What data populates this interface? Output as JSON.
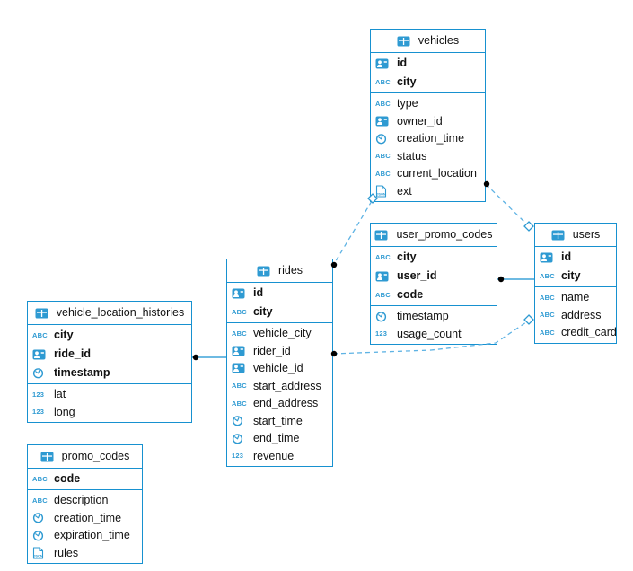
{
  "tables": [
    {
      "name": "vehicles",
      "key_fields": [
        {
          "name": "id",
          "icon": "id-badge"
        },
        {
          "name": "city",
          "icon": "text"
        }
      ],
      "fields": [
        {
          "name": "type",
          "icon": "text"
        },
        {
          "name": "owner_id",
          "icon": "id-badge"
        },
        {
          "name": "creation_time",
          "icon": "clock"
        },
        {
          "name": "status",
          "icon": "text"
        },
        {
          "name": "current_location",
          "icon": "text"
        },
        {
          "name": "ext",
          "icon": "json"
        }
      ]
    },
    {
      "name": "user_promo_codes",
      "key_fields": [
        {
          "name": "city",
          "icon": "text"
        },
        {
          "name": "user_id",
          "icon": "id-badge"
        },
        {
          "name": "code",
          "icon": "text"
        }
      ],
      "fields": [
        {
          "name": "timestamp",
          "icon": "clock"
        },
        {
          "name": "usage_count",
          "icon": "number"
        }
      ]
    },
    {
      "name": "users",
      "key_fields": [
        {
          "name": "id",
          "icon": "id-badge"
        },
        {
          "name": "city",
          "icon": "text"
        }
      ],
      "fields": [
        {
          "name": "name",
          "icon": "text"
        },
        {
          "name": "address",
          "icon": "text"
        },
        {
          "name": "credit_card",
          "icon": "text"
        }
      ]
    },
    {
      "name": "rides",
      "key_fields": [
        {
          "name": "id",
          "icon": "id-badge"
        },
        {
          "name": "city",
          "icon": "text"
        }
      ],
      "fields": [
        {
          "name": "vehicle_city",
          "icon": "text"
        },
        {
          "name": "rider_id",
          "icon": "id-badge"
        },
        {
          "name": "vehicle_id",
          "icon": "id-badge"
        },
        {
          "name": "start_address",
          "icon": "text"
        },
        {
          "name": "end_address",
          "icon": "text"
        },
        {
          "name": "start_time",
          "icon": "clock"
        },
        {
          "name": "end_time",
          "icon": "clock"
        },
        {
          "name": "revenue",
          "icon": "number"
        }
      ]
    },
    {
      "name": "vehicle_location_histories",
      "key_fields": [
        {
          "name": "city",
          "icon": "text"
        },
        {
          "name": "ride_id",
          "icon": "id-badge"
        },
        {
          "name": "timestamp",
          "icon": "clock"
        }
      ],
      "fields": [
        {
          "name": "lat",
          "icon": "number"
        },
        {
          "name": "long",
          "icon": "number"
        }
      ]
    },
    {
      "name": "promo_codes",
      "key_fields": [
        {
          "name": "code",
          "icon": "text"
        }
      ],
      "fields": [
        {
          "name": "description",
          "icon": "text"
        },
        {
          "name": "creation_time",
          "icon": "clock"
        },
        {
          "name": "expiration_time",
          "icon": "clock"
        },
        {
          "name": "rules",
          "icon": "json"
        }
      ]
    }
  ],
  "relations": [
    {
      "from": "vehicle_location_histories",
      "to": "rides",
      "style": "solid"
    },
    {
      "from": "user_promo_codes",
      "to": "users",
      "style": "solid"
    },
    {
      "from": "vehicles",
      "to": "users",
      "style": "dashed"
    },
    {
      "from": "vehicles",
      "to": "rides",
      "style": "dashed"
    },
    {
      "from": "rides",
      "to": "users",
      "style": "dashed"
    }
  ],
  "icons": {
    "text_glyph": "ABC",
    "number_glyph": "123",
    "json_glyph": "JSON"
  },
  "colors": {
    "table_border": "#1791d0",
    "icon_blue": "#2e9ad2",
    "relation_solid": "#1791d0",
    "relation_dashed": "#5fb3e4",
    "endpoint_dot": "#000000",
    "text": "#111111",
    "background": "#ffffff"
  }
}
